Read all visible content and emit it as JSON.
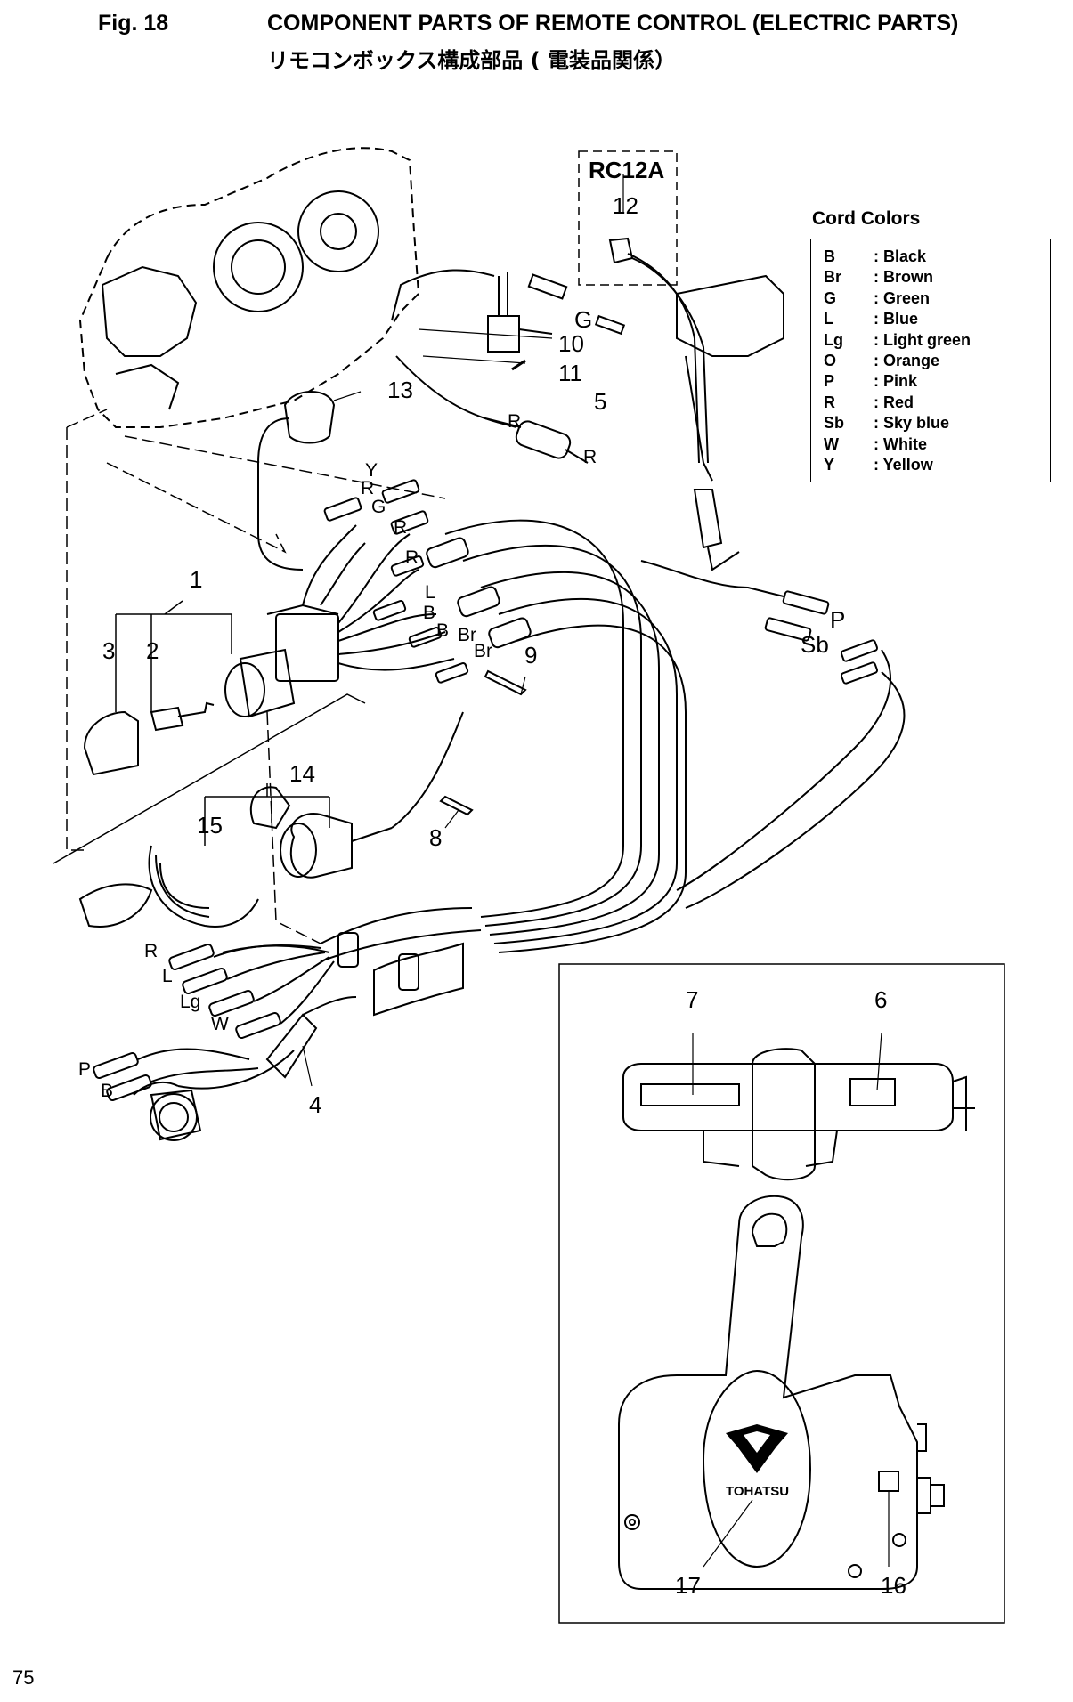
{
  "header": {
    "figure": "Fig. 18",
    "title_en": "COMPONENT PARTS OF REMOTE CONTROL (ELECTRIC PARTS)",
    "title_ja": "リモコンボックス構成部品 ( 電装品関係）"
  },
  "model_tag": "RC12A",
  "legend": {
    "title": "Cord Colors",
    "items": [
      {
        "code": "B",
        "color": ": Black"
      },
      {
        "code": "Br",
        "color": ": Brown"
      },
      {
        "code": "G",
        "color": ": Green"
      },
      {
        "code": "L",
        "color": ": Blue"
      },
      {
        "code": "Lg",
        "color": ": Light green"
      },
      {
        "code": "O",
        "color": ": Orange"
      },
      {
        "code": "P",
        "color": ": Pink"
      },
      {
        "code": "R",
        "color": ": Red"
      },
      {
        "code": "Sb",
        "color": ": Sky blue"
      },
      {
        "code": "W",
        "color": ": White"
      },
      {
        "code": "Y",
        "color": ": Yellow"
      }
    ]
  },
  "callouts": [
    "1",
    "2",
    "3",
    "4",
    "5",
    "6",
    "7",
    "8",
    "9",
    "10",
    "11",
    "12",
    "13",
    "14",
    "15",
    "16",
    "17"
  ],
  "wire_codes": {
    "g_top": "G",
    "r_top": "R",
    "r_switch": "R",
    "y": "Y",
    "r1": "R",
    "g_mid": "G",
    "r2": "R",
    "r3": "R",
    "l": "L",
    "b1": "B",
    "b2": "B",
    "br1": "Br",
    "br2": "Br",
    "p": "P",
    "sb": "Sb",
    "harness_r": "R",
    "harness_l": "L",
    "harness_lg": "Lg",
    "harness_w": "W",
    "harness_p": "P",
    "harness_b": "B"
  },
  "brand": "TOHATSU",
  "page_number": "75"
}
